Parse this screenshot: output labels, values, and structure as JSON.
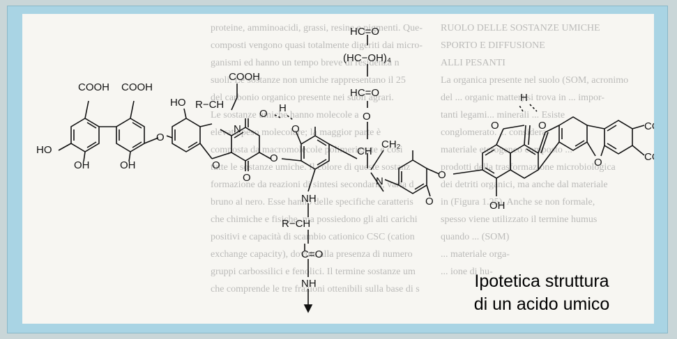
{
  "caption": {
    "line1": "Ipotetica struttura",
    "line2": "di un acido umico"
  },
  "background_text": {
    "left_lines": [
      "proteine, amminoacidi, grassi, resine e pigmenti. Que-",
      "composti vengono quasi totalmente digeriti dai micro-",
      "ganismi ed hanno un tempo breve di residenza n",
      "suoli. Le sostanze non umiche rappresentano il 25",
      "del carbonio organico presente nei suoli agrari.",
      "Le sostanze umiche hanno molecole a",
      "elevato peso molecolare; la maggior parte è",
      "composta da macromolecole polimerizzate e così",
      "tutte le sostanze umiche. Il colore di queste sostanz",
      "formazione da reazioni di sintesi secondaria, varia d",
      "bruno al nero. Esse hanno delle specifiche caratteris",
      "che chimiche e fisiche, ma possiedono gli alti carichi",
      "positivi e capacità di scambio cationico CSC (cation",
      "exchange capacity), dovuta alla presenza di numero",
      "gruppi carbossilici e fenolici. Il termine sostanze um",
      "che comprende le tre frazioni ottenibili sulla base di s"
    ],
    "right_lines": [
      "RUOLO DELLE SOSTANZE UMICHE",
      "SPORTO E DIFFUSIONE",
      "ALLI PESANTI",
      "La organica presente nel suolo (SOM, acronimo",
      "del ... organic matter) si trova in ... impor-",
      "tanti legami... minerali ... Esiste",
      "conglomerato. ... considera-",
      "materiale eterogeneo composto ...",
      "prodotti della trasformazione microbiologica",
      "dei detriti organici, ma anche dal materiale",
      "in (Figura 1.25). Anche se non formale,",
      "spesso viene utilizzato il termine humus",
      "quando ... (SOM)",
      "... materiale orga-",
      "... ione di hu-"
    ]
  },
  "molecule_labels": {
    "aldehyde_top": "HC=O",
    "sugar_repeat": "(HC−OH)₄",
    "aldehyde_bottom": "HC=O",
    "oxygen": "O",
    "ch": "CH",
    "ch2": "CH₂",
    "cooh": "COOH",
    "ho": "HO",
    "oh": "OH",
    "r_ch": "R−CH",
    "n": "N",
    "nh": "NH",
    "c_o": "C=O",
    "h": "H",
    "subscript_4": "4"
  },
  "colors": {
    "frame": "#a9d4e4",
    "panel": "#f7f6f2",
    "ink": "#111111"
  }
}
